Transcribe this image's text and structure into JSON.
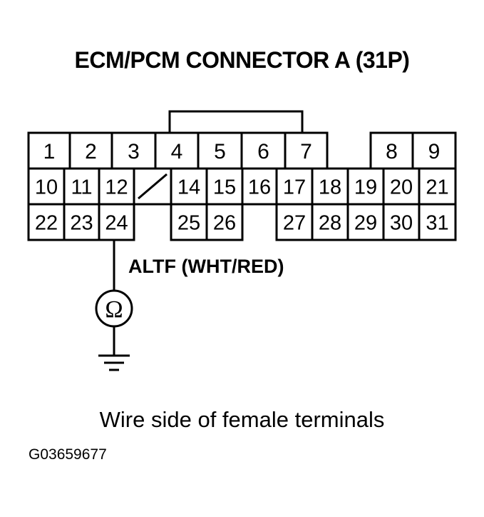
{
  "diagram": {
    "title": "ECM/PCM CONNECTOR A (31P)",
    "wire_label": "ALTF (WHT/RED)",
    "meter_symbol": "Ω",
    "meter_icon": "ohmmeter-icon",
    "ground_icon": "ground-icon",
    "caption": "Wire side of female terminals",
    "figure_id": "G03659677",
    "probed_terminal": "24",
    "rows": [
      [
        "1",
        "2",
        "3",
        "4",
        "5",
        "6",
        "7",
        "",
        "8",
        "9"
      ],
      [
        "10",
        "11",
        "12",
        "/",
        "14",
        "15",
        "16",
        "17",
        "18",
        "19",
        "20",
        "21"
      ],
      [
        "22",
        "23",
        "24",
        "",
        "25",
        "26",
        "",
        "27",
        "28",
        "29",
        "30",
        "31"
      ]
    ]
  }
}
